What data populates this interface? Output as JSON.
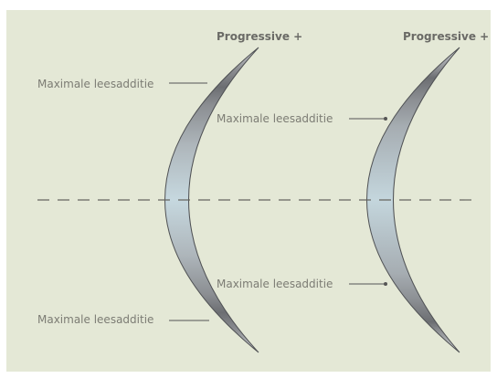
{
  "diagram": {
    "background_color": "#e4e8d6",
    "left_lens": {
      "title": "Progressive +",
      "label_top": "Maximale leesadditie",
      "label_bottom": "Maximale leesadditie"
    },
    "right_lens": {
      "title": "Progressive +",
      "label_top": "Maximale leesadditie",
      "label_bottom": "Maximale leesadditie"
    }
  }
}
